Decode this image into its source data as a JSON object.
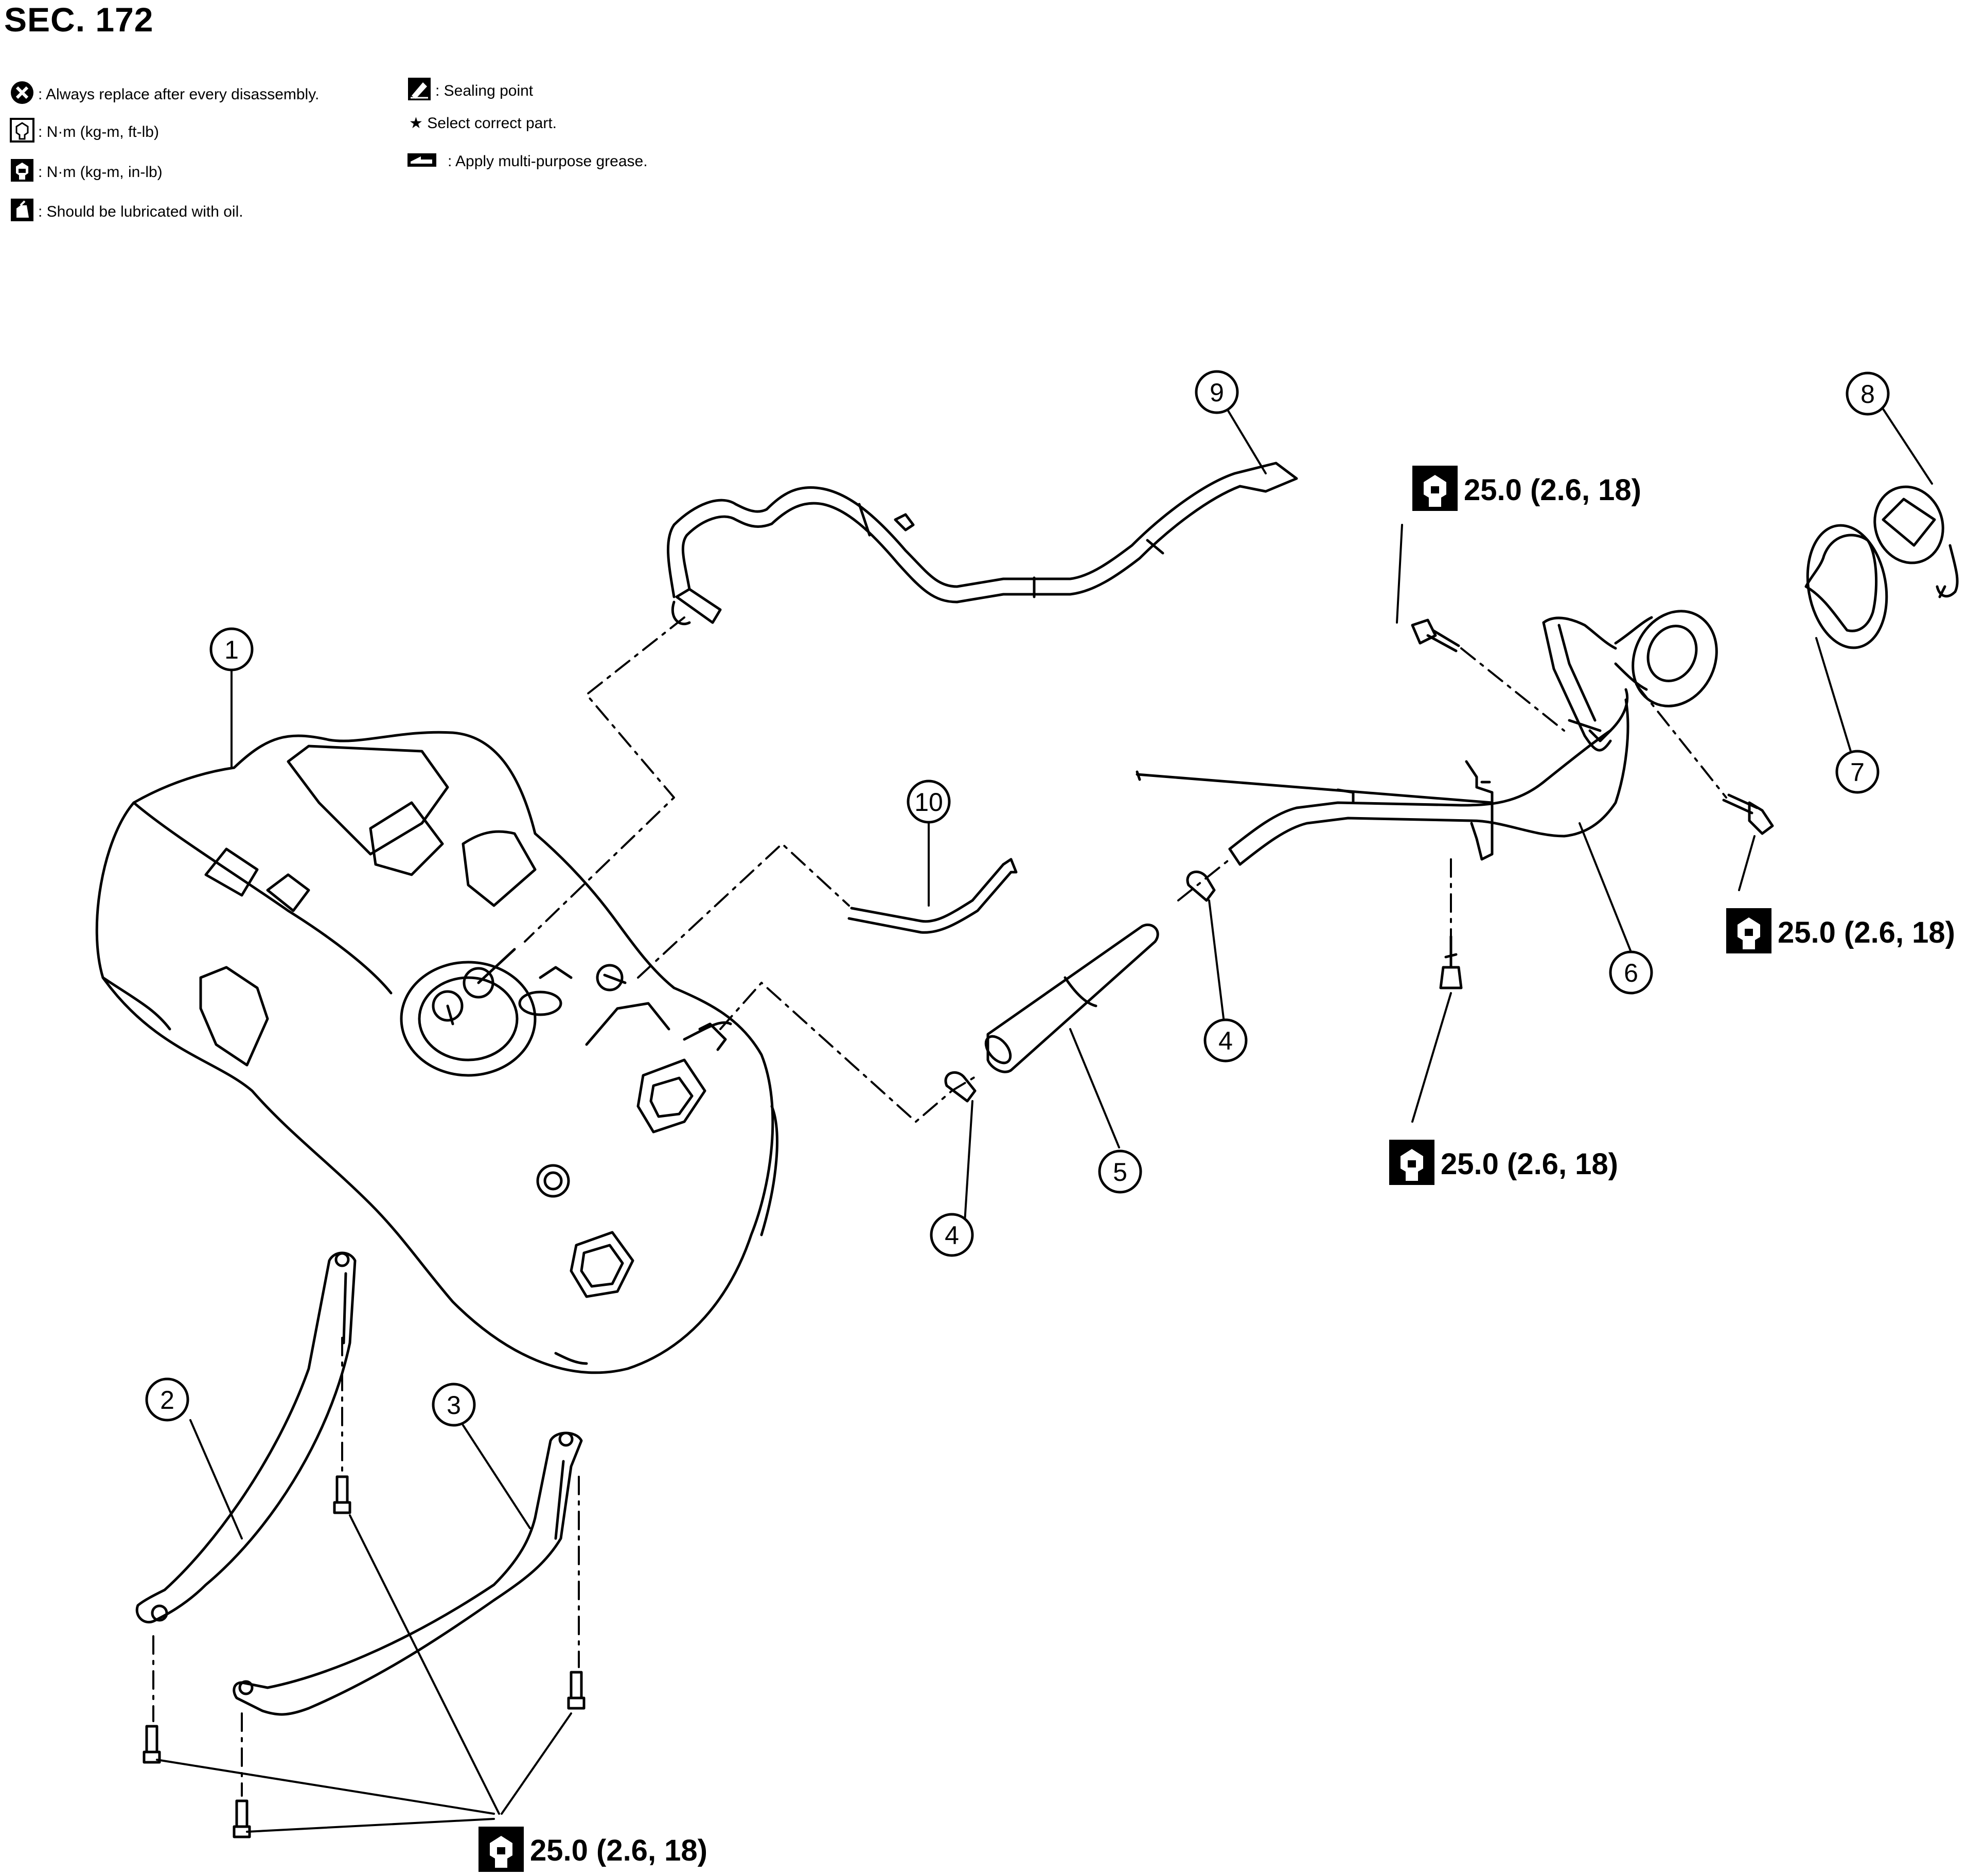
{
  "header": {
    "section": "SEC. 172"
  },
  "legend": {
    "replace": ": Always replace after every disassembly.",
    "torque_ftlb": ": N·m (kg-m, ft-lb)",
    "torque_inlb": ": N·m (kg-m, in-lb)",
    "lubricate": ": Should be lubricated with oil.",
    "sealing": ": Sealing point",
    "select": "★ Select correct part.",
    "grease": ": Apply multi-purpose grease."
  },
  "callouts": {
    "c1": "1",
    "c2": "2",
    "c3": "3",
    "c4a": "4",
    "c4b": "4",
    "c5": "5",
    "c6": "6",
    "c7": "7",
    "c8": "8",
    "c9": "9",
    "c10": "10"
  },
  "torque_specs": {
    "filler_top": "25.0 (2.6, 18)",
    "filler_right": "25.0 (2.6, 18)",
    "filler_bottom": "25.0 (2.6, 18)",
    "straps": "25.0 (2.6, 18)"
  }
}
